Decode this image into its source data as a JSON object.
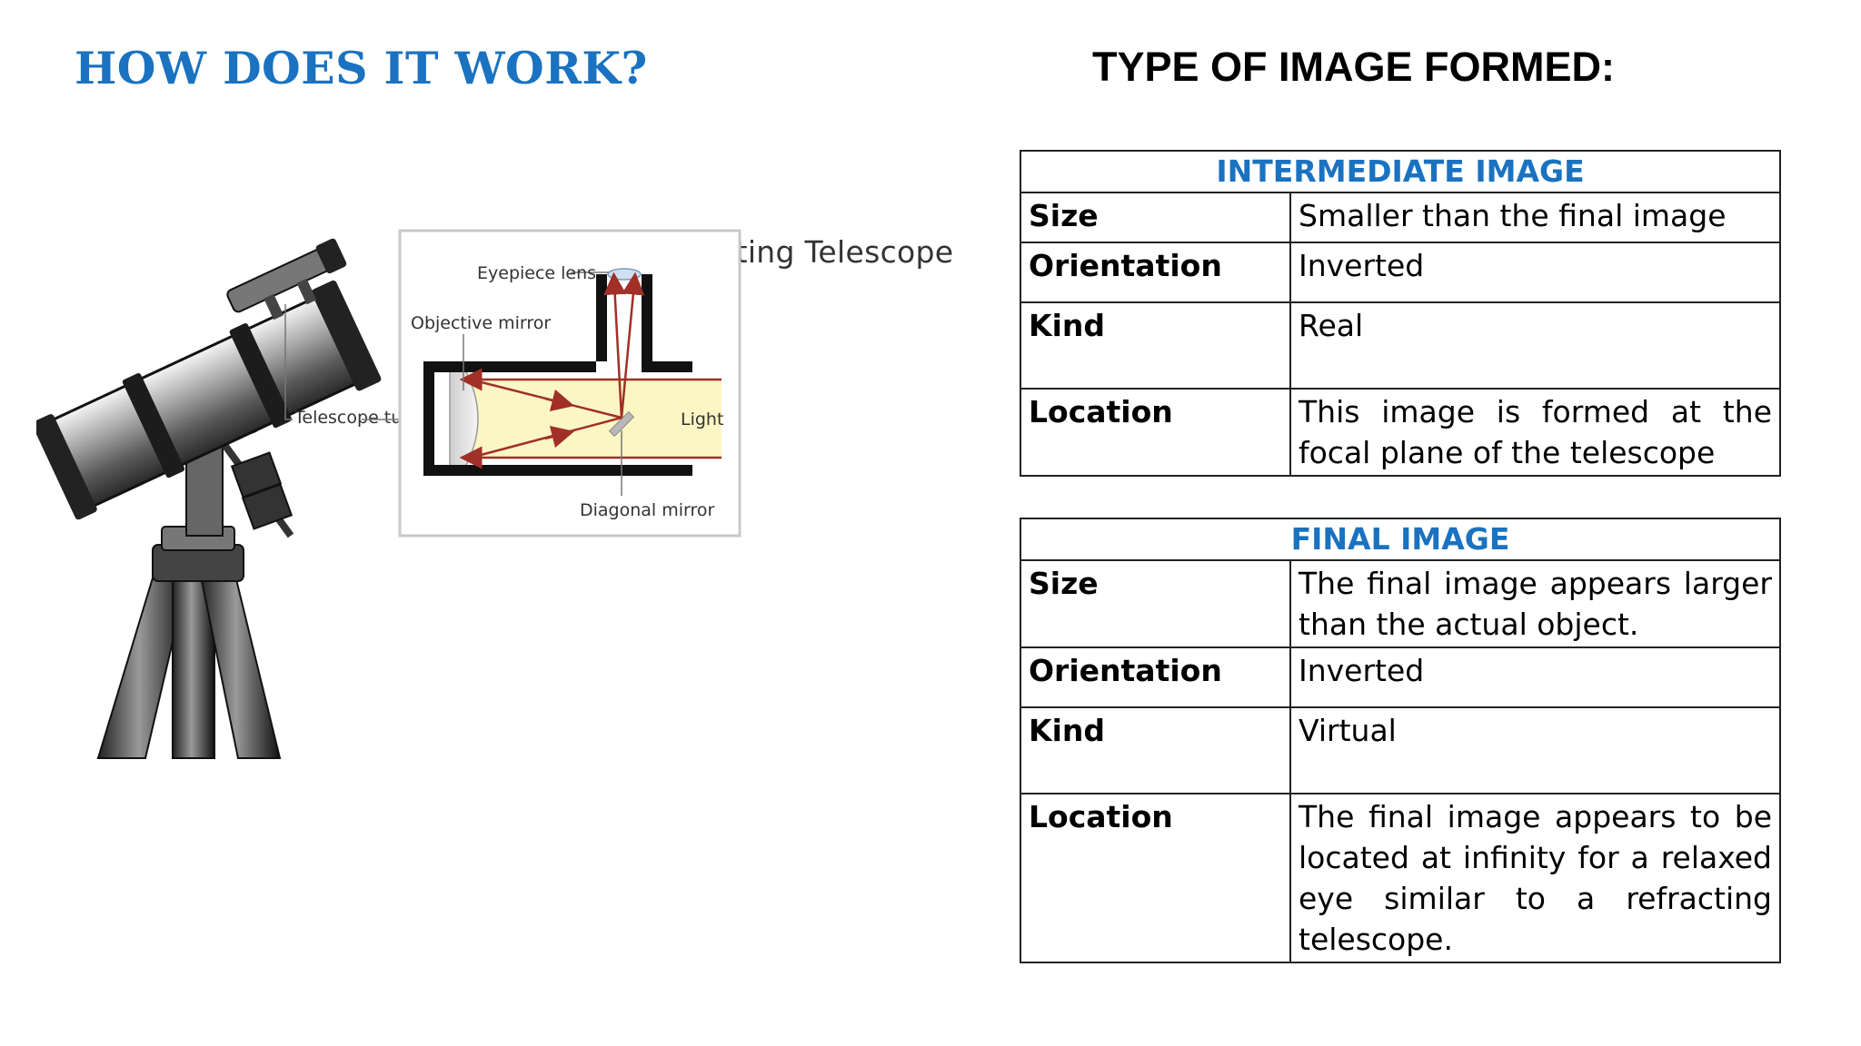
{
  "left_heading": "HOW DOES IT WORK?",
  "right_heading": "TYPE OF IMAGE FORMED:",
  "diagram": {
    "title": "Newtonian Reflecting Telescope",
    "labels": {
      "eyepiece": "Eyepiece lens",
      "objective": "Objective mirror",
      "tube": "Telescope tube",
      "light": "Light",
      "diagonal": "Diagonal mirror"
    }
  },
  "tables": {
    "intermediate": {
      "title": "INTERMEDIATE IMAGE",
      "rows": [
        {
          "label": "Size",
          "value": "Smaller than the final image"
        },
        {
          "label": "Orientation",
          "value": "Inverted"
        },
        {
          "label": "Kind",
          "value": "Real"
        },
        {
          "label": "Location",
          "value": "This image is formed at the focal plane of the telescope"
        }
      ]
    },
    "final": {
      "title": "FINAL IMAGE",
      "rows": [
        {
          "label": "Size",
          "value": "The final image appears larger than the actual object."
        },
        {
          "label": "Orientation",
          "value": "Inverted"
        },
        {
          "label": "Kind",
          "value": "Virtual"
        },
        {
          "label": "Location",
          "value": "The final image appears to be located at infinity for a relaxed eye similar to a refracting telescope."
        }
      ]
    }
  },
  "colors": {
    "heading_blue": "#1a72c0",
    "light_beam": "#fcf6c4",
    "ray": "#a03028"
  }
}
